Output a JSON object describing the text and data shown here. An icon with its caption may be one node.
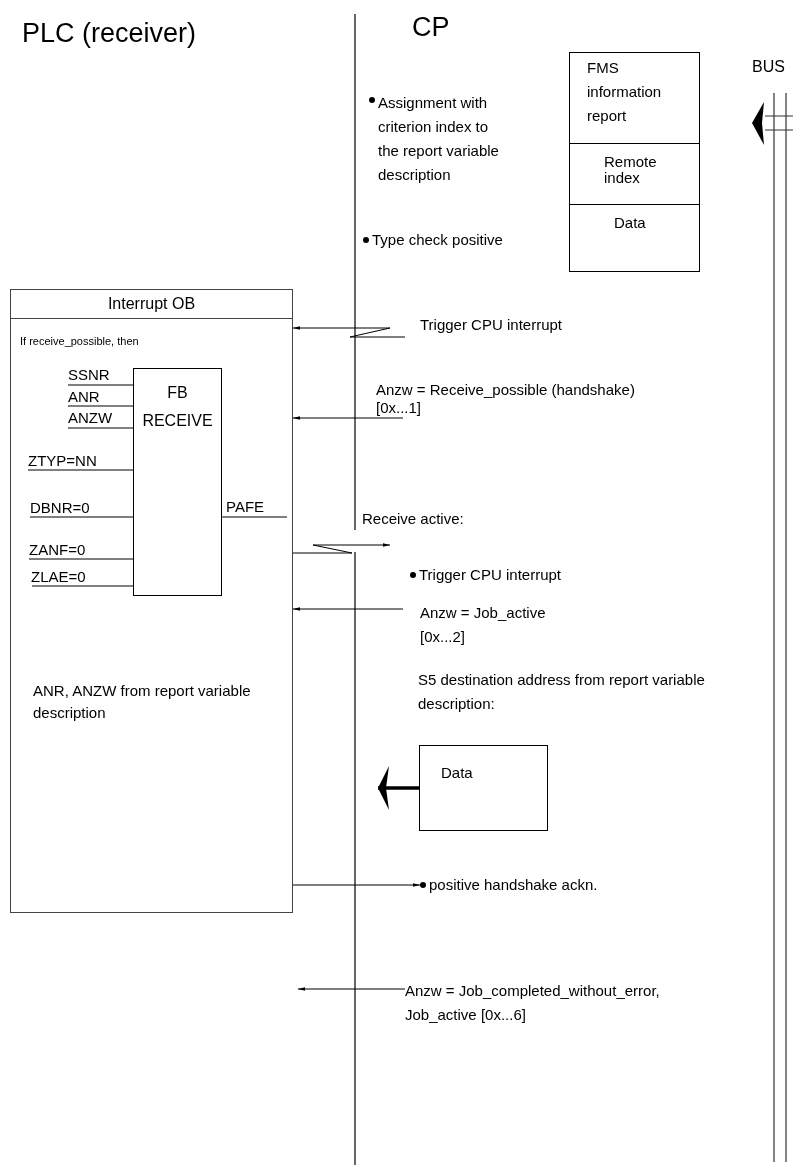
{
  "diagram": {
    "nodes": [
      {
        "text": [
          "FMS information report",
          "Remote index",
          "Data"
        ]
      },
      {
        "text": [
          "Interrupt OB",
          "If receive_possible, then",
          "ANR, ANZW from report variable description"
        ]
      },
      {
        "text": [
          "FB RECEIVE"
        ],
        "in": 1
      },
      {
        "text": [
          "Data"
        ]
      },
      {
        "text": [
          "positive handshake ackn."
        ]
      },
      {
        "text": [
          "Anzw = Job_completed_without_error, Job_active [0x...6]"
        ]
      }
    ],
    "edges": [
      {
        "from": null,
        "to": 1,
        "arrow": "to",
        "label": "Trigger CPU interrupt"
      },
      {
        "from": null,
        "to": 1,
        "arrow": "to",
        "label": "Anzw = Receive_possible (handshake) [0x...1]"
      },
      {
        "from": 1,
        "to": null,
        "arrow": "to",
        "label": "Receive active:"
      },
      {
        "from": null,
        "to": 1,
        "arrow": "to",
        "label": "Anzw = Job_active [0x...2]"
      },
      {
        "from": 1,
        "to": 4,
        "arrow": "to"
      },
      {
        "from": 5,
        "to": null,
        "arrow": "to"
      },
      {
        "from": 3,
        "to": null,
        "arrow": "to",
        "style": "thick"
      }
    ],
    "labels": [
      "PLC (receiver)",
      "CP",
      "BUS",
      "Assignment with criterion index to the report variable description",
      "Type check positive",
      "SSNR",
      "ANR",
      "ANZW",
      "ZTYP=NN",
      "DBNR=0",
      "PAFE",
      "ZANF=0",
      "ZLAE=0",
      "Trigger CPU interrupt",
      "S5 destination address from report variable description:"
    ]
  }
}
